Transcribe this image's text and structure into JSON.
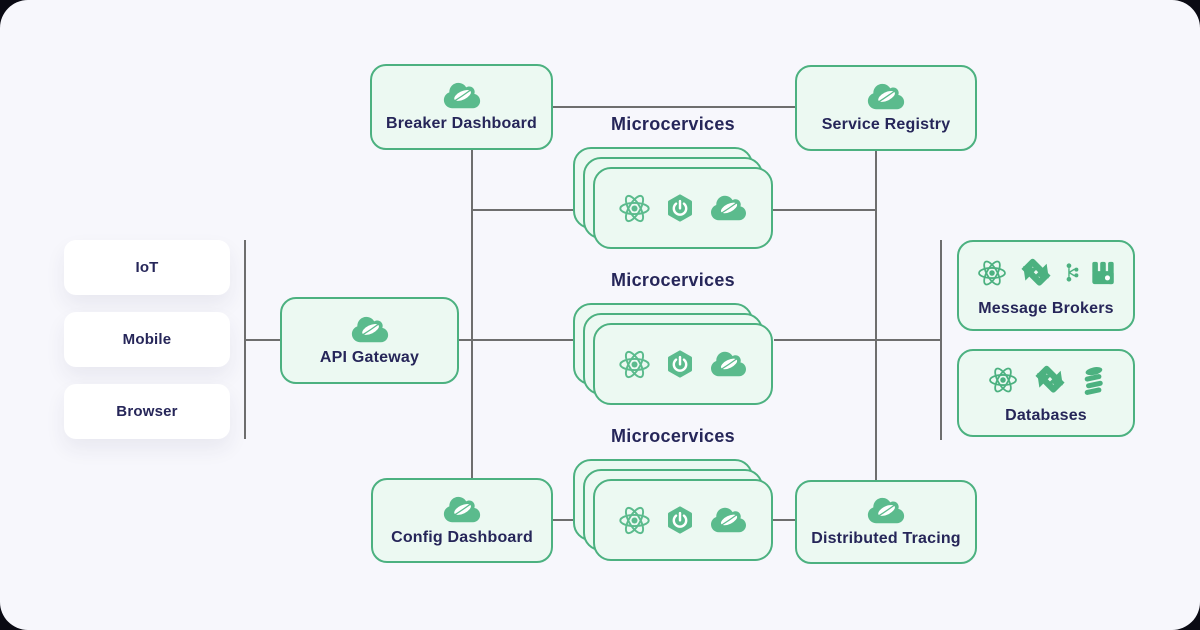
{
  "colors": {
    "bg": "#f7f7fc",
    "outer": "#0a0a13",
    "green": "#4cb180",
    "green_icon": "#5bbb8d",
    "mint": "#ecf9f2",
    "navy": "#262659",
    "line": "#6e6e6e",
    "card": "#ffffff"
  },
  "clients": {
    "items": [
      {
        "label": "IoT"
      },
      {
        "label": "Mobile"
      },
      {
        "label": "Browser"
      }
    ]
  },
  "nodes": {
    "breaker_dashboard": {
      "label": "Breaker Dashboard",
      "icon": "spring-cloud-icon"
    },
    "service_registry": {
      "label": "Service Registry",
      "icon": "spring-cloud-icon"
    },
    "api_gateway": {
      "label": "API Gateway",
      "icon": "spring-cloud-icon"
    },
    "config_dashboard": {
      "label": "Config Dashboard",
      "icon": "spring-cloud-icon"
    },
    "distributed_tracing": {
      "label": "Distributed Tracing",
      "icon": "spring-cloud-icon"
    },
    "message_brokers": {
      "label": "Message Brokers",
      "icons": [
        "react-icon",
        "exchange-icon",
        "kafka-icon",
        "rabbitmq-icon"
      ]
    },
    "databases": {
      "label": "Databases",
      "icons": [
        "react-icon",
        "exchange-icon",
        "database-icon"
      ]
    }
  },
  "stacks": [
    {
      "label": "Microcervices",
      "icons": [
        "react-icon",
        "spring-boot-icon",
        "spring-cloud-icon"
      ]
    },
    {
      "label": "Microcervices",
      "icons": [
        "react-icon",
        "spring-boot-icon",
        "spring-cloud-icon"
      ]
    },
    {
      "label": "Microcervices",
      "icons": [
        "react-icon",
        "spring-boot-icon",
        "spring-cloud-icon"
      ]
    }
  ]
}
